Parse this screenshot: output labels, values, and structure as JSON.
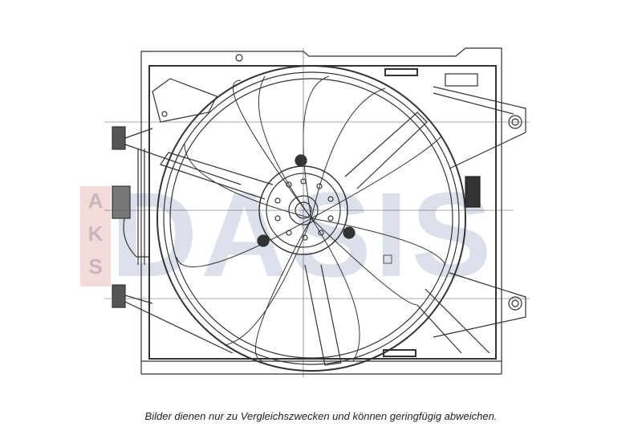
{
  "image": {
    "subject": "radiator-fan-assembly-technical-drawing",
    "background": "#ffffff",
    "line_color": "#333333"
  },
  "watermark": {
    "left_letters": [
      "A",
      "K",
      "S"
    ],
    "logo_text": "DASIS",
    "left_color": "#f3d3d6",
    "logo_color": "#d6dbe8",
    "accent_dot_color": "#f5c9cd"
  },
  "caption": {
    "text": "Bilder dienen nur zu Vergleichszwecken und können geringfügig abweichen."
  }
}
